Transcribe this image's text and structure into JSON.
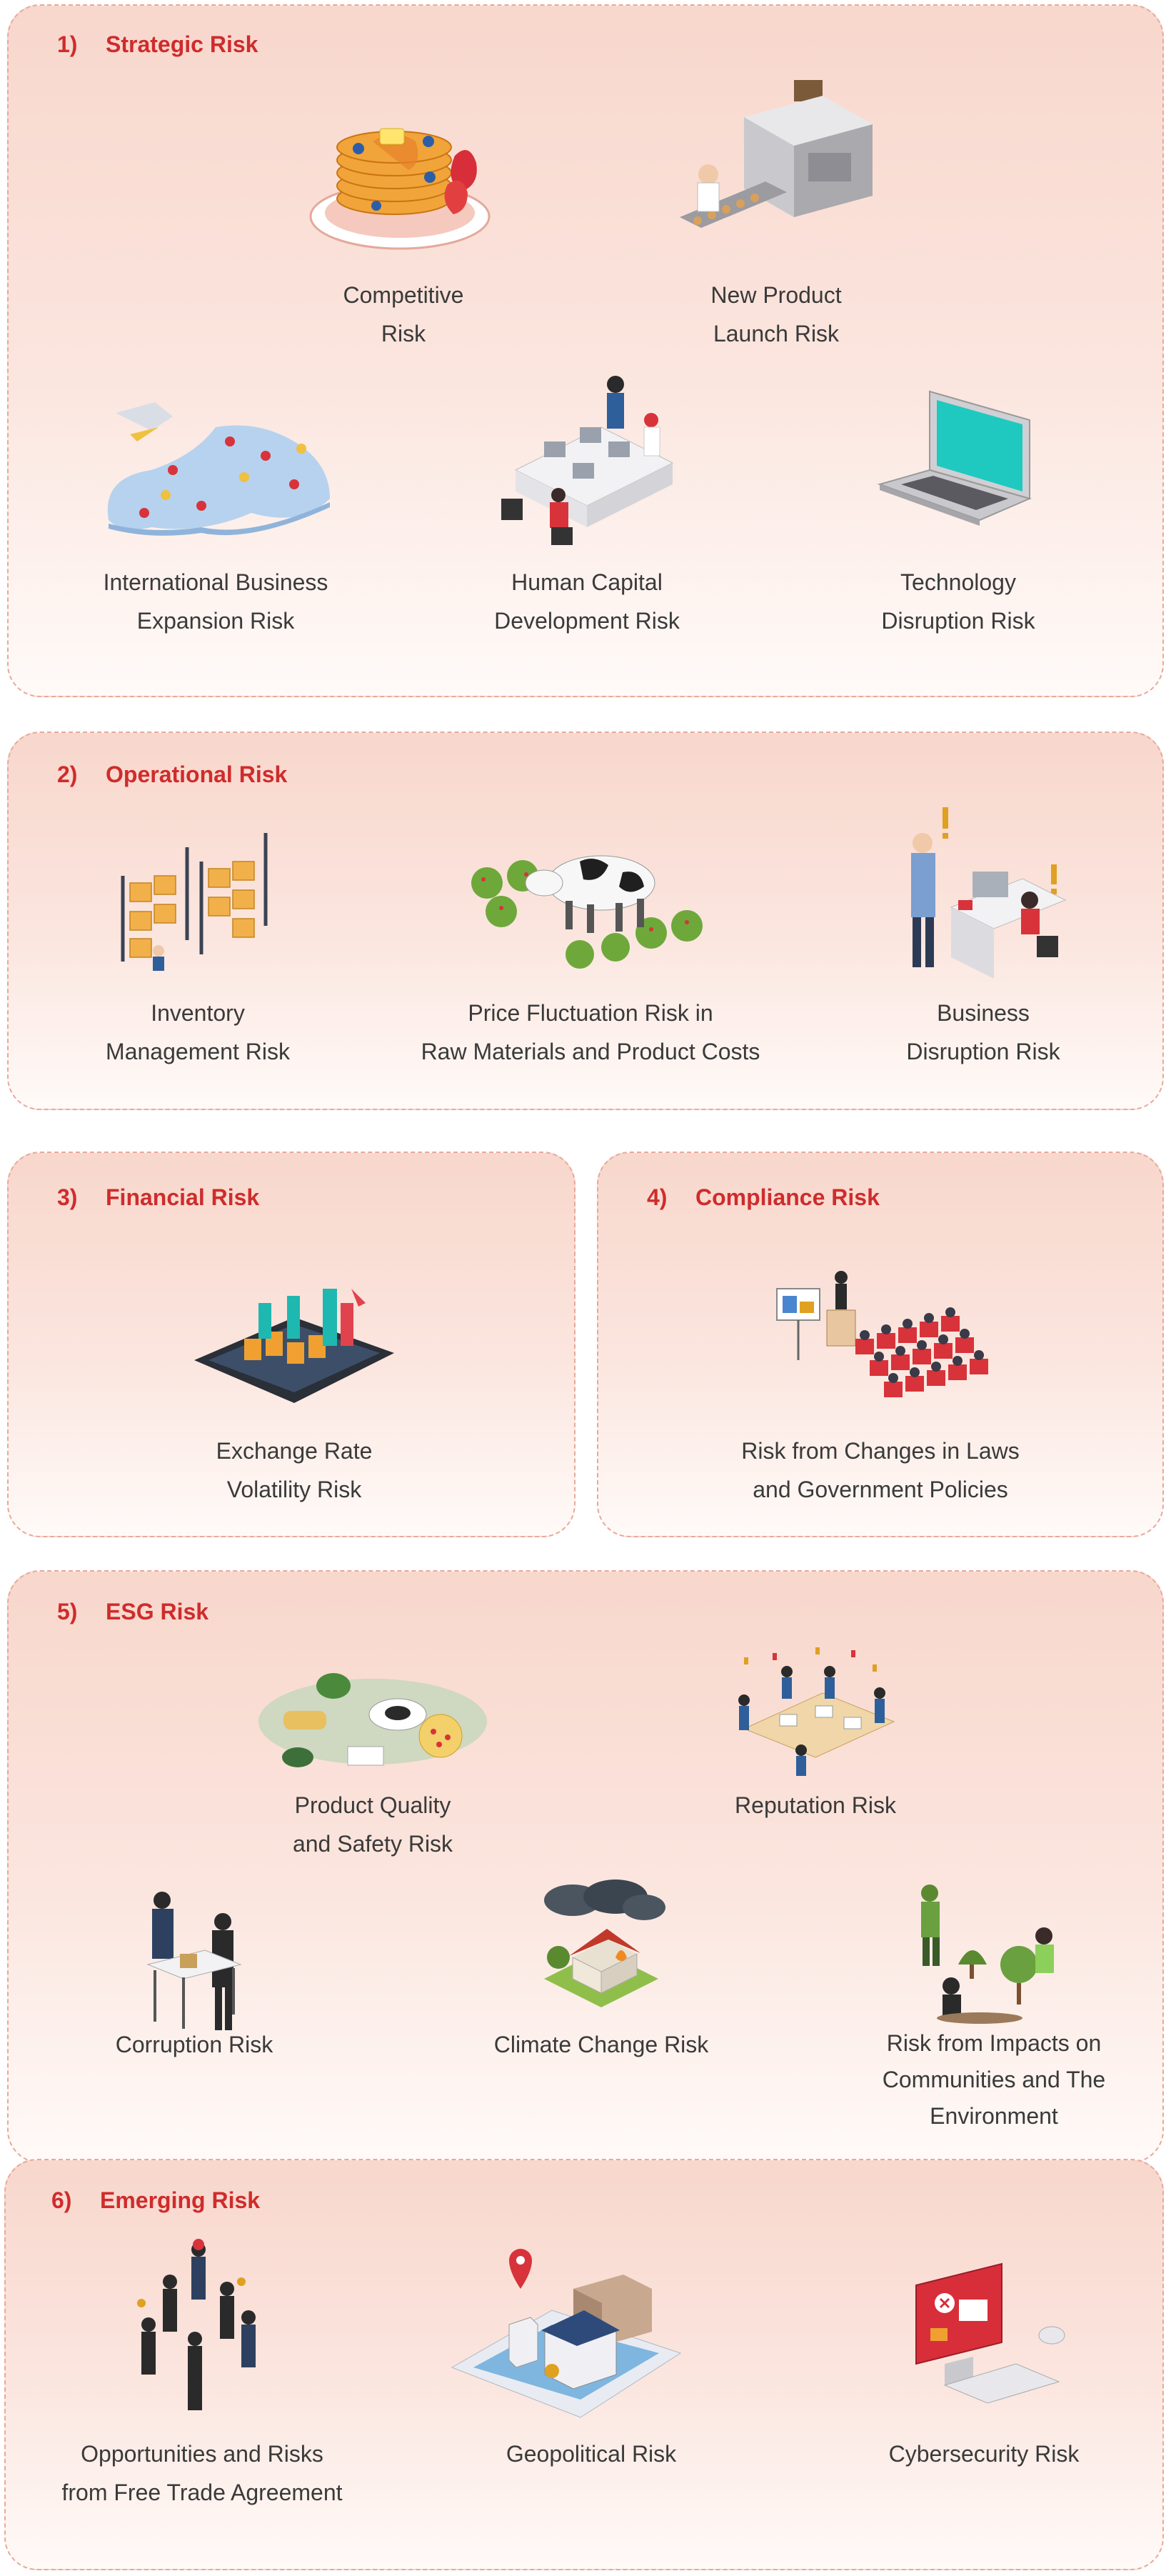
{
  "sections": [
    {
      "number": "1)",
      "title": "Strategic Risk",
      "items": [
        {
          "line1": "Competitive",
          "line2": "Risk"
        },
        {
          "line1": "New Product",
          "line2": "Launch Risk"
        },
        {
          "line1": "International Business",
          "line2": "Expansion Risk"
        },
        {
          "line1": "Human Capital",
          "line2": "Development Risk"
        },
        {
          "line1": "Technology",
          "line2": "Disruption Risk"
        }
      ]
    },
    {
      "number": "2)",
      "title": "Operational Risk",
      "items": [
        {
          "line1": "Inventory",
          "line2": "Management Risk"
        },
        {
          "line1": "Price Fluctuation Risk in",
          "line2": "Raw Materials and Product Costs"
        },
        {
          "line1": "Business",
          "line2": "Disruption Risk"
        }
      ]
    },
    {
      "number": "3)",
      "title": "Financial Risk",
      "items": [
        {
          "line1": "Exchange Rate",
          "line2": "Volatility Risk"
        }
      ]
    },
    {
      "number": "4)",
      "title": "Compliance Risk",
      "items": [
        {
          "line1": "Risk from Changes in Laws",
          "line2": "and Government Policies"
        }
      ]
    },
    {
      "number": "5)",
      "title": "ESG Risk",
      "items": [
        {
          "line1": "Product Quality",
          "line2": "and Safety Risk"
        },
        {
          "line1": "Reputation Risk"
        },
        {
          "line1": "Corruption Risk"
        },
        {
          "line1": "Climate Change Risk"
        },
        {
          "line1": "Risk from Impacts on",
          "line2": "Communities and The",
          "line3": "Environment"
        }
      ]
    },
    {
      "number": "6)",
      "title": "Emerging Risk",
      "items": [
        {
          "line1": "Opportunities and Risks",
          "line2": "from Free Trade Agreement"
        },
        {
          "line1": "Geopolitical Risk"
        },
        {
          "line1": "Cybersecurity Risk"
        }
      ]
    }
  ],
  "icons": {
    "s1": [
      "pancakes-icon",
      "food-machine-icon",
      "map-airplane-icon",
      "office-team-icon",
      "laptop-icon"
    ],
    "s2": [
      "warehouse-shelves-icon",
      "cow-field-icon",
      "office-alert-icon"
    ],
    "s3": [
      "tablet-currency-icon"
    ],
    "s4": [
      "presentation-audience-icon"
    ],
    "s5": [
      "food-platter-icon",
      "celebrating-office-icon",
      "handshake-deal-icon",
      "storm-house-icon",
      "planting-trees-icon"
    ],
    "s6": [
      "business-people-icon",
      "city-map-pin-icon",
      "computer-security-icon"
    ]
  },
  "colors": {
    "accent": "#cf2c2c",
    "border": "#e8a89a",
    "panel_top": "#f8d7cc",
    "text": "#3a3a3a"
  }
}
